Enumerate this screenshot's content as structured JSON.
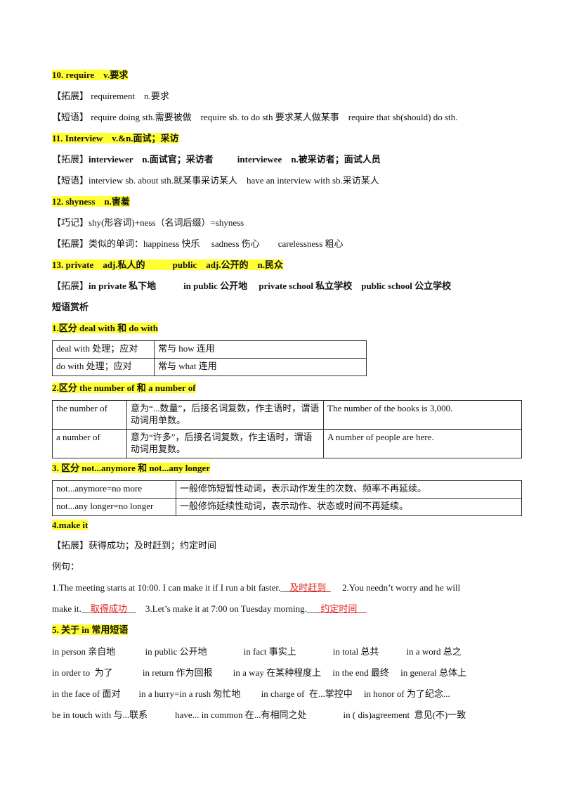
{
  "s10": {
    "head": "10. require　v.要求",
    "tz_tag": "【拓展】",
    "tz_text": " requirement　n.要求",
    "dy_tag": "【短语】",
    "dy_text": " require doing sth.需要被做　require sb. to do sth 要求某人做某事　require that sb(should) do sth."
  },
  "s11": {
    "head": "11. Interview　v.&n.面试；采访",
    "tz_tag": "【拓展】",
    "tz_a": "interviewer　n.面试官；采访者",
    "tz_b": "interviewee　n.被采访者；面试人员",
    "dy_tag": "【短语】",
    "dy_text": "interview sb. about sth.就某事采访某人　have an interview with sb.采访某人"
  },
  "s12": {
    "head": "12. shyness　n.害羞",
    "qj_tag": "【巧记】",
    "qj_text": "shy(形容词)+ness（名词后缀）=shyness",
    "tz_tag": "【拓展】",
    "tz_text": "类似的单词：happiness 快乐　 sadness 伤心　　carelessness 粗心"
  },
  "s13": {
    "head": "13. private　adj.私人的　　　public　adj.公开的　n.民众",
    "tz_tag": "【拓展】",
    "tz_text": "in private 私下地　　　in public 公开地　 private school 私立学校　public school 公立学校"
  },
  "phrase_title": "短语赏析",
  "p1": {
    "head": "1.区分 deal with 和 do with",
    "rows": [
      [
        "deal with 处理；应对",
        "常与 how 连用"
      ],
      [
        "do with 处理；应对",
        "常与 what 连用"
      ]
    ]
  },
  "p2": {
    "head": "2.区分 the number of 和 a number of",
    "rows": [
      [
        "the number of",
        "意为“...数量”，后接名词复数，作主语时，谓语动词用单数。",
        "The number of the books is 3,000."
      ],
      [
        "a number of",
        "意为“许多”，后接名词复数，作主语时，谓语动词用复数。",
        "A number of people are here."
      ]
    ]
  },
  "p3": {
    "head": "3. 区分 not...anymore 和 not...any longer",
    "rows": [
      [
        "not...anymore=no more",
        "一般修饰短暂性动词，表示动作发生的次数、频率不再延续。"
      ],
      [
        "not...any longer=no longer",
        "一般修饰延续性动词，表示动作、状态或时间不再延续。"
      ]
    ]
  },
  "p4": {
    "head": "4.make it",
    "tz_tag": "【拓展】",
    "tz_text": "获得成功；及时赶到；约定时间",
    "eg": "例句：",
    "l1a": "1.The meeting starts at 10:00. I can make it if I run a bit faster.__",
    "l1ans": "及时赶到_",
    "l1b": "　 2.You needn’t worry and he will",
    "l2a": "make it.__",
    "l2ans": "取得成功",
    "l2b": "__　3.Let’s make it at 7:00 on Tuesday morning.__",
    "l2ans2": "_约定时间__"
  },
  "p5": {
    "head": "5. 关于 in 常用短语",
    "lines": [
      "in person 亲自地　　　 in public 公开地　　　　in fact 事实上　　　　in total 总共　　　in a word 总之",
      "in order to  为了　　　 in return 作为回报　　 in a way 在某种程度上　 in the end 最终　 in general 总体上",
      "in the face of 面对　　in a hurry=in a rush 匆忙地　　 in charge of  在...掌控中　 in honor of 为了纪念...",
      "be in touch with 与...联系　　　have... in common 在...有相同之处　　　　in ( dis)agreement  意见(不)一致"
    ]
  }
}
